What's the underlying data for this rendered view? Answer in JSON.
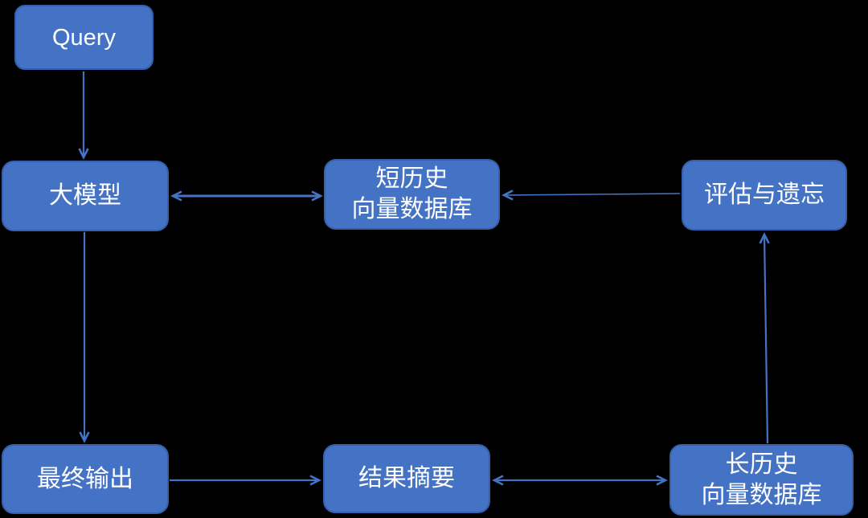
{
  "colors": {
    "background": "#000000",
    "node_fill": "#4472C4",
    "node_border": "#3560AB",
    "arrow": "#4472C4",
    "text": "#FFFFFF"
  },
  "nodes": {
    "query": {
      "label": "Query"
    },
    "large_model": {
      "label": "大模型"
    },
    "short_history_db": {
      "line1": "短历史",
      "line2": "向量数据库"
    },
    "evaluate_forget": {
      "label": "评估与遗忘"
    },
    "final_output": {
      "label": "最终输出"
    },
    "result_summary": {
      "label": "结果摘要"
    },
    "long_history_db": {
      "line1": "长历史",
      "line2": "向量数据库"
    }
  },
  "edges": [
    {
      "from": "query",
      "to": "large_model",
      "direction": "one-way"
    },
    {
      "from": "large_model",
      "to": "short_history_db",
      "direction": "two-way"
    },
    {
      "from": "evaluate_forget",
      "to": "short_history_db",
      "direction": "one-way"
    },
    {
      "from": "large_model",
      "to": "final_output",
      "direction": "one-way"
    },
    {
      "from": "final_output",
      "to": "result_summary",
      "direction": "one-way"
    },
    {
      "from": "result_summary",
      "to": "long_history_db",
      "direction": "two-way"
    },
    {
      "from": "long_history_db",
      "to": "evaluate_forget",
      "direction": "one-way"
    }
  ]
}
